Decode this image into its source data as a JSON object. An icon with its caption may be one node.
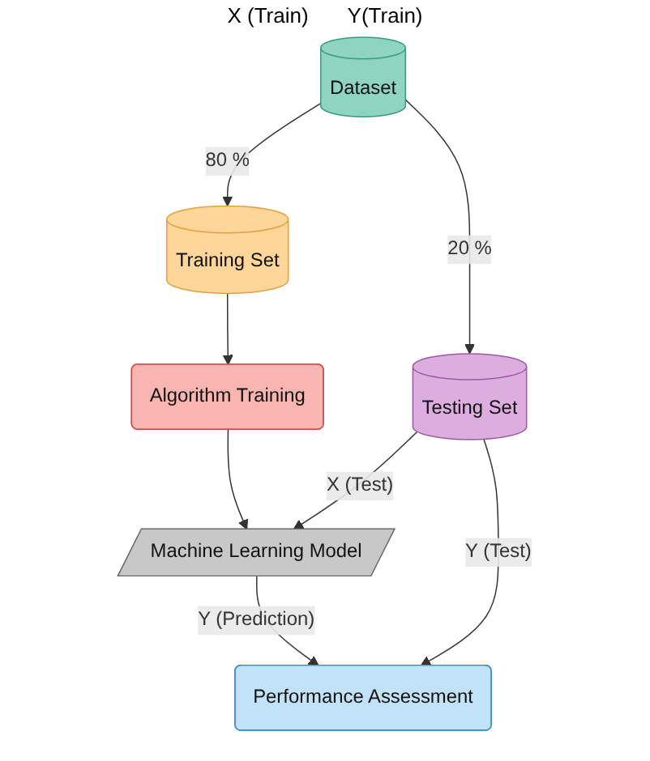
{
  "diagram": {
    "nodes": [
      {
        "text": [
          "Dataset"
        ]
      },
      {
        "text": [
          "Training Set"
        ]
      },
      {
        "text": [
          "Algorithm Training"
        ]
      },
      {
        "text": [
          "Testing Set"
        ]
      },
      {
        "text": [
          "Machine Learning Model"
        ]
      },
      {
        "text": [
          "Performance Assessment"
        ]
      }
    ],
    "edges": [
      {
        "from": 0,
        "to": 1,
        "arrow": "to",
        "label": "80 %"
      },
      {
        "from": 1,
        "to": 2,
        "arrow": "to"
      },
      {
        "from": 0,
        "to": 3,
        "arrow": "to",
        "label": "20 %"
      },
      {
        "from": 2,
        "to": 4,
        "arrow": "to"
      },
      {
        "from": 3,
        "to": 4,
        "arrow": "to",
        "label": "X (Test)"
      },
      {
        "from": 3,
        "to": 5,
        "arrow": "to",
        "label": "Y (Test)"
      },
      {
        "from": 4,
        "to": 5,
        "arrow": "to",
        "label": "Y (Prediction)"
      }
    ],
    "labels": [
      "X (Train)",
      "Y(Train)"
    ]
  }
}
